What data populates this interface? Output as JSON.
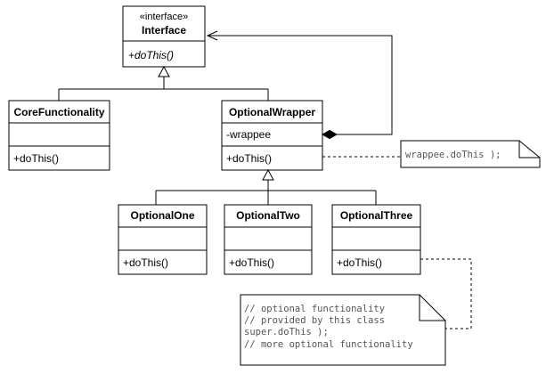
{
  "classes": {
    "interface": {
      "stereotype": "«interface»",
      "name": "Interface",
      "operations": [
        "+doThis()"
      ]
    },
    "core": {
      "name": "CoreFunctionality",
      "attributes": [],
      "operations": [
        "+doThis()"
      ]
    },
    "wrapper": {
      "name": "OptionalWrapper",
      "attributes": [
        "-wrappee"
      ],
      "operations": [
        "+doThis()"
      ]
    },
    "one": {
      "name": "OptionalOne",
      "attributes": [],
      "operations": [
        "+doThis()"
      ]
    },
    "two": {
      "name": "OptionalTwo",
      "attributes": [],
      "operations": [
        "+doThis()"
      ]
    },
    "three": {
      "name": "OptionalThree",
      "attributes": [],
      "operations": [
        "+doThis()"
      ]
    }
  },
  "notes": {
    "wrappee_call": [
      "wrappee.doThis );"
    ],
    "optional_behavior": [
      "// optional functionality",
      "// provided by this class",
      "super.doThis );",
      "// more optional functionality"
    ]
  }
}
